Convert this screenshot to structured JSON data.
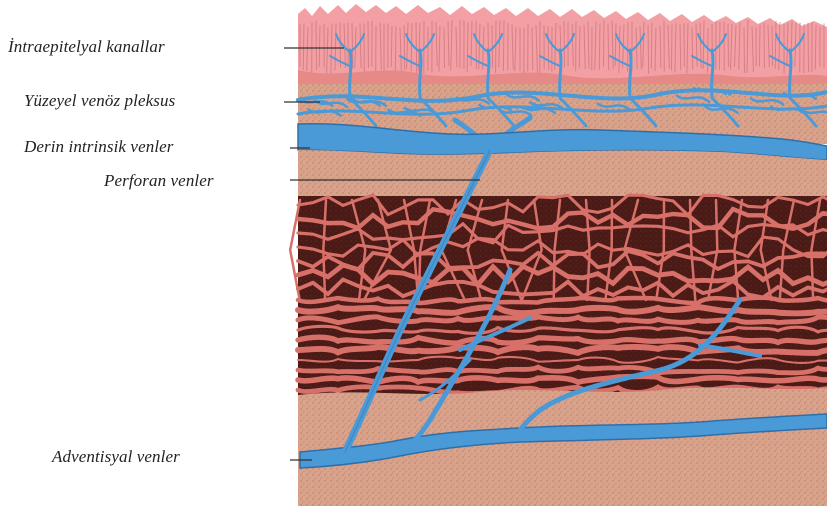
{
  "labels": {
    "intraepithelial": "İntraepitelyal kanallar",
    "superficial": "Yüzeyel venöz pleksus",
    "deep_intrinsic": "Derin intrinsik venler",
    "perforating": "Perforan venler",
    "adventitial": "Adventisyal venler"
  },
  "colors": {
    "epithelium": "#f09aa0",
    "lamina": "#d8a088",
    "muscle_dark": "#4a1a16",
    "muscle_pink": "#d77068",
    "vein": "#4a9ad8",
    "vein_edge": "#2f6fa8",
    "leader": "#333333"
  }
}
